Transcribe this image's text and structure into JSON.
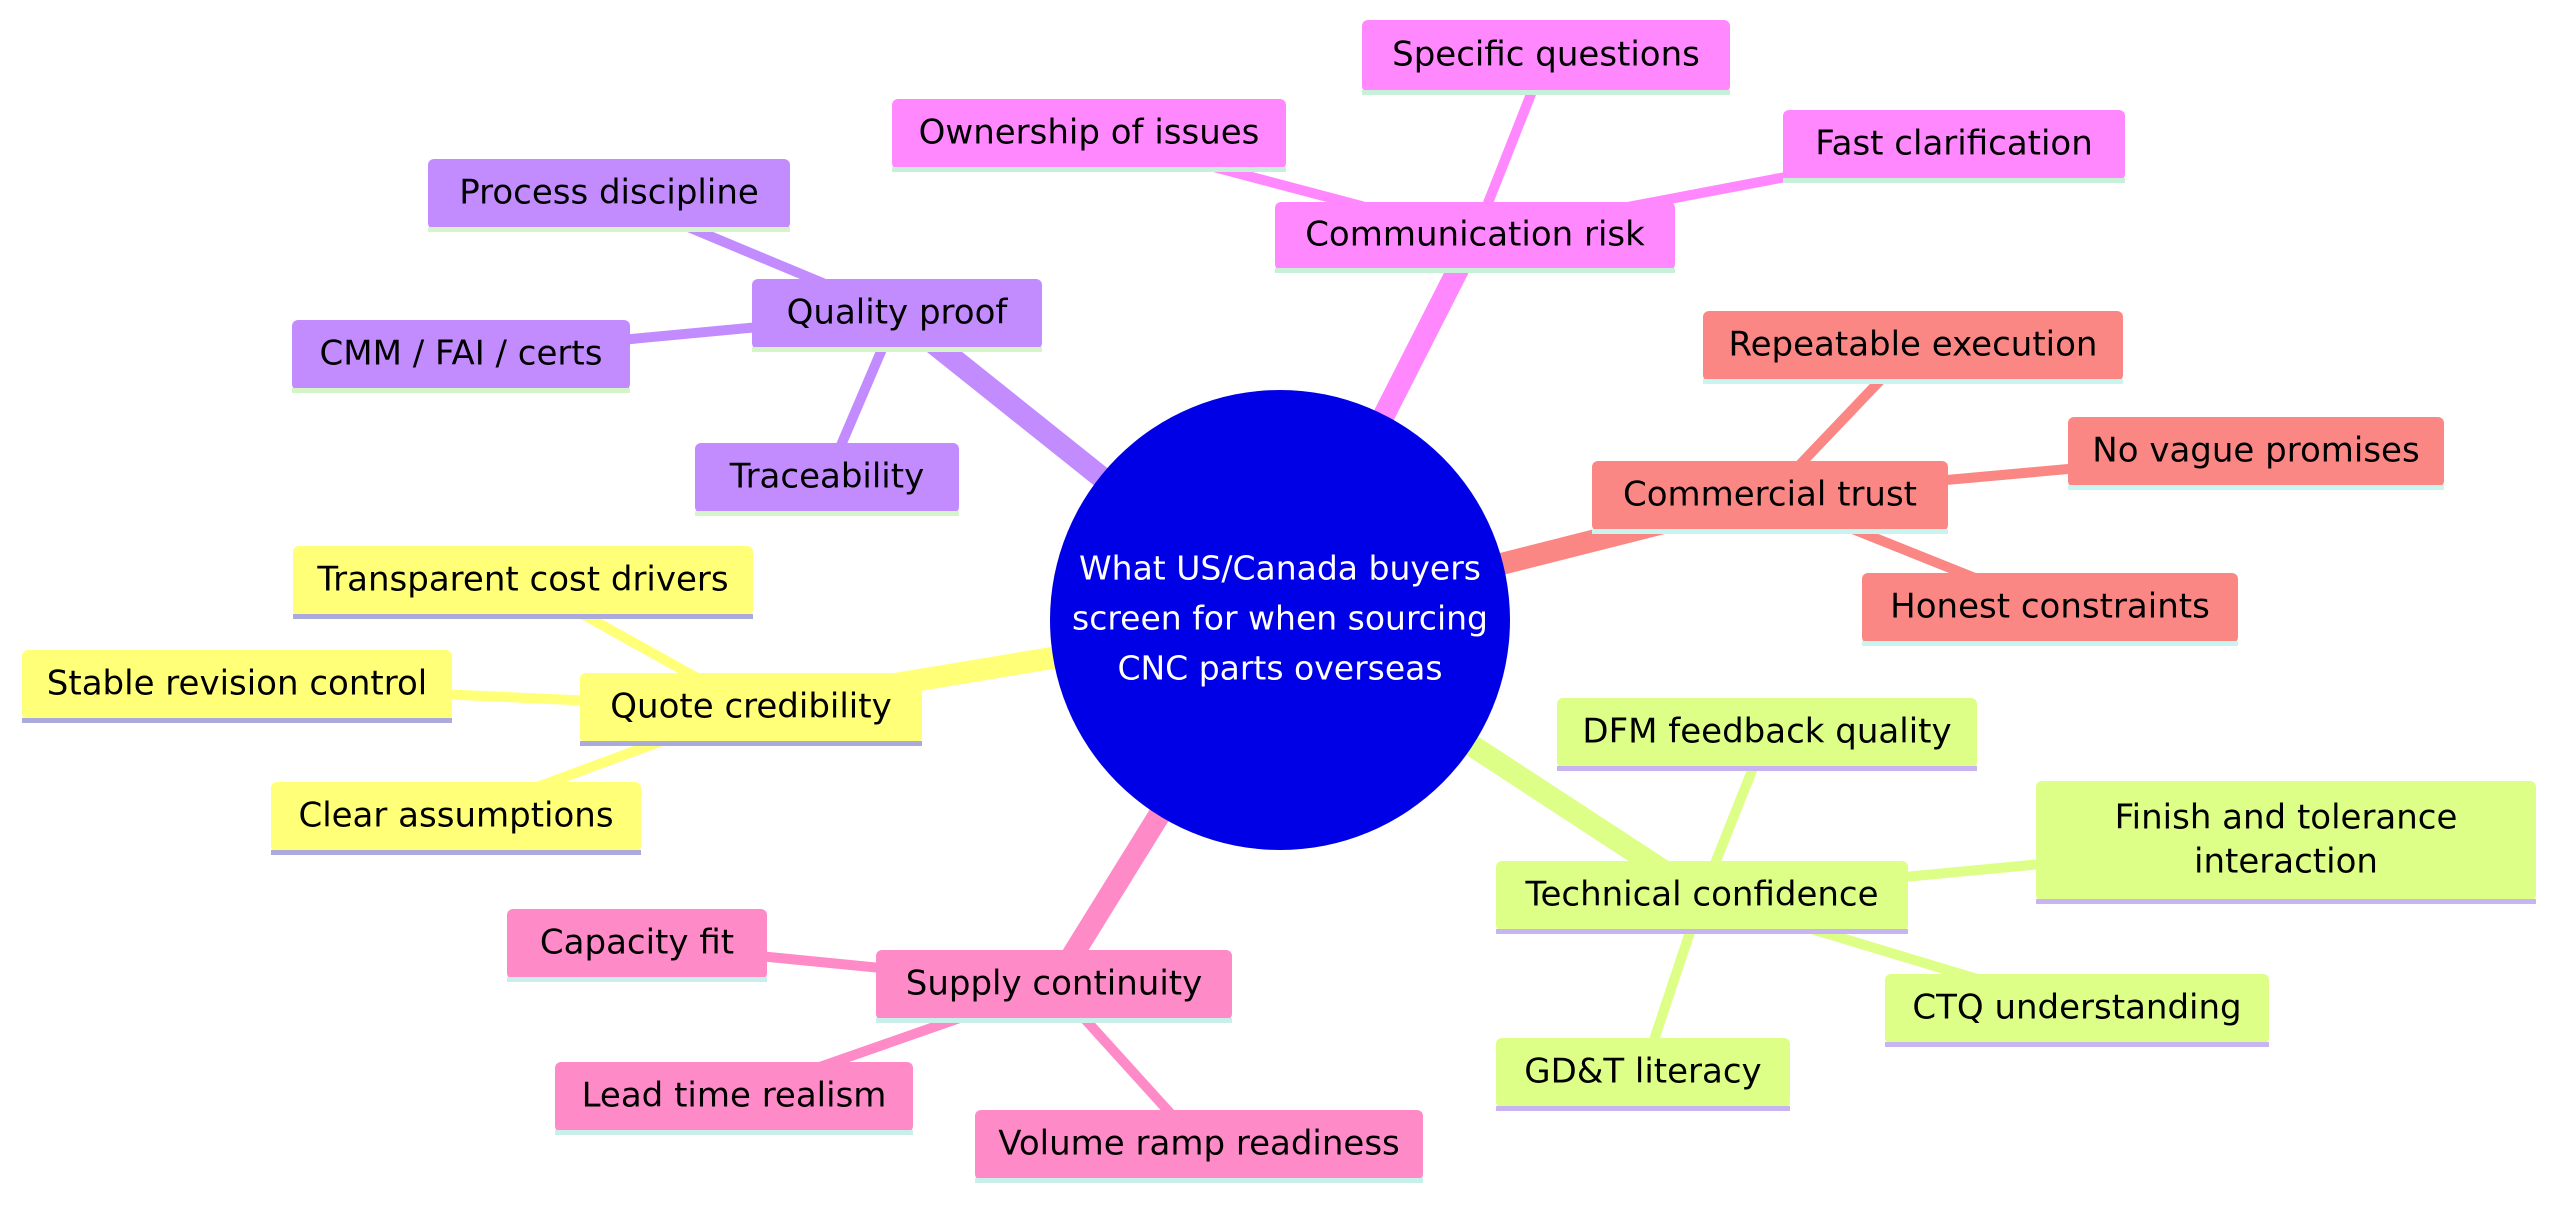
{
  "diagram": {
    "center": {
      "lines": [
        "What US/Canada buyers",
        "screen for when sourcing",
        "CNC parts overseas"
      ],
      "color": "#0000e6",
      "text_color": "#ffffff"
    },
    "branches": [
      {
        "id": "communication-risk",
        "label": [
          "Communication risk"
        ],
        "color": "#ff88ff",
        "underline": "#c8f0d8",
        "text_color": "#000000",
        "children": [
          {
            "id": "specific-questions",
            "label": [
              "Specific questions"
            ]
          },
          {
            "id": "ownership-of-issues",
            "label": [
              "Ownership of issues"
            ]
          },
          {
            "id": "fast-clarification",
            "label": [
              "Fast clarification"
            ]
          }
        ]
      },
      {
        "id": "quality-proof",
        "label": [
          "Quality proof"
        ],
        "color": "#c28cff",
        "underline": "#d4f5c8",
        "text_color": "#ffffff",
        "children": [
          {
            "id": "process-discipline",
            "label": [
              "Process discipline"
            ]
          },
          {
            "id": "cmm-fai-certs",
            "label": [
              "CMM / FAI / certs"
            ]
          },
          {
            "id": "traceability",
            "label": [
              "Traceability"
            ]
          }
        ]
      },
      {
        "id": "commercial-trust",
        "label": [
          "Commercial trust"
        ],
        "color": "#fa8783",
        "underline": "#c8f5f0",
        "text_color": "#000000",
        "children": [
          {
            "id": "repeatable-execution",
            "label": [
              "Repeatable execution"
            ]
          },
          {
            "id": "no-vague-promises",
            "label": [
              "No vague promises"
            ]
          },
          {
            "id": "honest-constraints",
            "label": [
              "Honest constraints"
            ]
          }
        ]
      },
      {
        "id": "quote-credibility",
        "label": [
          "Quote credibility"
        ],
        "color": "#ffff78",
        "underline": "#aaaadd",
        "text_color": "#000000",
        "children": [
          {
            "id": "transparent-cost-drivers",
            "label": [
              "Transparent cost drivers"
            ]
          },
          {
            "id": "stable-revision-control",
            "label": [
              "Stable revision control"
            ]
          },
          {
            "id": "clear-assumptions",
            "label": [
              "Clear assumptions"
            ]
          }
        ]
      },
      {
        "id": "technical-confidence",
        "label": [
          "Technical confidence"
        ],
        "color": "#ddff88",
        "underline": "#c8b4f0",
        "text_color": "#000000",
        "children": [
          {
            "id": "dfm-feedback-quality",
            "label": [
              "DFM feedback quality"
            ]
          },
          {
            "id": "finish-and-tolerance-interaction",
            "label": [
              "Finish and tolerance",
              "interaction"
            ]
          },
          {
            "id": "ctq-understanding",
            "label": [
              "CTQ understanding"
            ]
          },
          {
            "id": "gdt-literacy",
            "label": [
              "GD&T literacy"
            ]
          }
        ]
      },
      {
        "id": "supply-continuity",
        "label": [
          "Supply continuity"
        ],
        "color": "#ff8ac8",
        "underline": "#c8f0e8",
        "text_color": "#000000",
        "children": [
          {
            "id": "capacity-fit",
            "label": [
              "Capacity fit"
            ]
          },
          {
            "id": "lead-time-realism",
            "label": [
              "Lead time realism"
            ]
          },
          {
            "id": "volume-ramp-readiness",
            "label": [
              "Volume ramp readiness"
            ]
          }
        ]
      }
    ]
  }
}
